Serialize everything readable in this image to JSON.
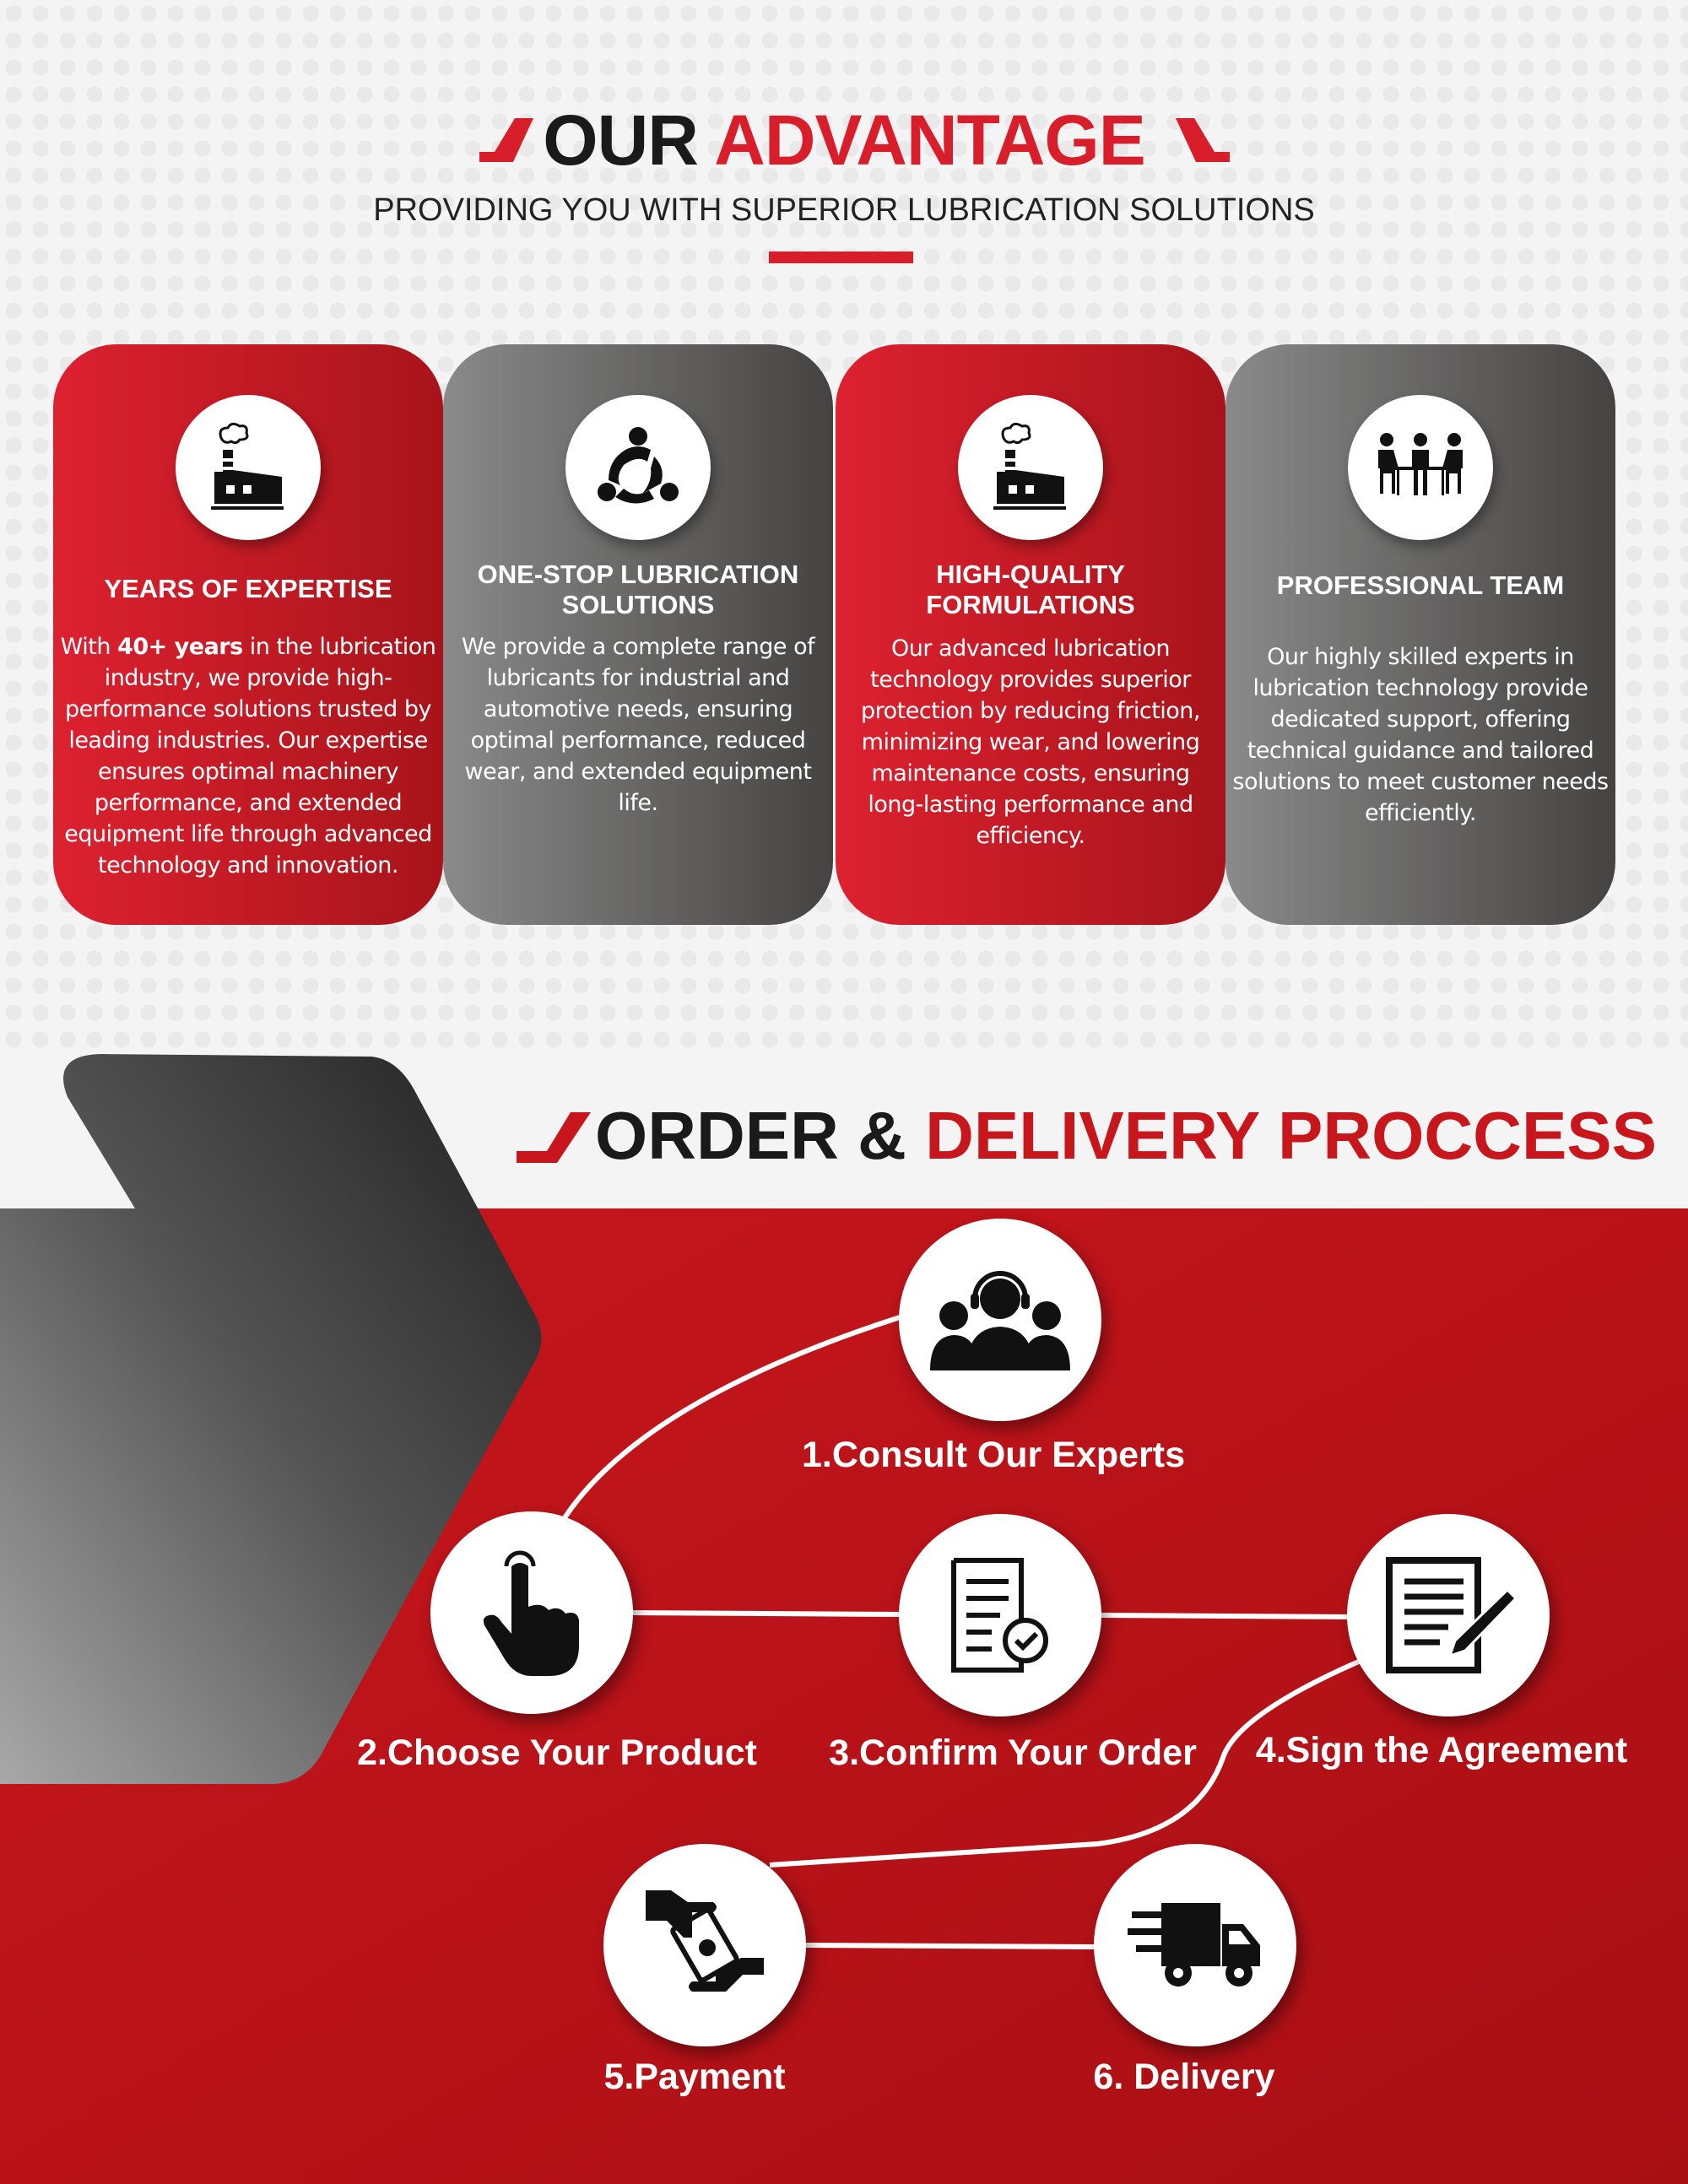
{
  "header": {
    "title_part1": "OUR",
    "title_part2": "ADVANTAGE",
    "subtitle": "PROVIDING YOU WITH SUPERIOR LUBRICATION SOLUTIONS"
  },
  "cards": [
    {
      "icon": "factory-icon",
      "title": "YEARS OF EXPERTISE",
      "body_pre": "With ",
      "body_bold": "40+ years",
      "body_post": " in the lubrication industry, we provide high-performance solutions trusted by leading industries. Our expertise ensures optimal machinery performance, and extended equipment life through advanced technology and innovation."
    },
    {
      "icon": "team-cycle-icon",
      "title": "ONE-STOP LUBRICATION SOLUTIONS",
      "body": "We provide a complete range of lubricants for industrial and automotive needs, ensuring optimal performance, reduced wear, and extended equipment life."
    },
    {
      "icon": "factory-icon",
      "title": "HIGH-QUALITY FORMULATIONS",
      "body": "Our advanced lubrication technology provides superior protection by reducing friction, minimizing wear, and lowering maintenance costs, ensuring long-lasting performance and efficiency."
    },
    {
      "icon": "meeting-icon",
      "title": "PROFESSIONAL TEAM",
      "body": "Our highly skilled experts in lubrication technology provide dedicated support, offering technical guidance and tailored solutions to meet customer needs efficiently."
    }
  ],
  "order": {
    "title_part1": "ORDER &",
    "title_part2": "DELIVERY PROCCESS",
    "steps": [
      {
        "label": "1.Consult Our Experts",
        "icon": "support-headset-icon"
      },
      {
        "label": "2.Choose Your Product",
        "icon": "pointing-hand-icon"
      },
      {
        "label": "3.Confirm Your Order",
        "icon": "order-checklist-icon"
      },
      {
        "label": "4.Sign the Agreement",
        "icon": "document-sign-icon"
      },
      {
        "label": "5.Payment",
        "icon": "payment-hand-icon"
      },
      {
        "label": "6. Delivery",
        "icon": "delivery-truck-icon"
      }
    ]
  },
  "colors": {
    "red": "#d81e2a",
    "dark_red": "#b5141a",
    "gray": "#555353"
  }
}
